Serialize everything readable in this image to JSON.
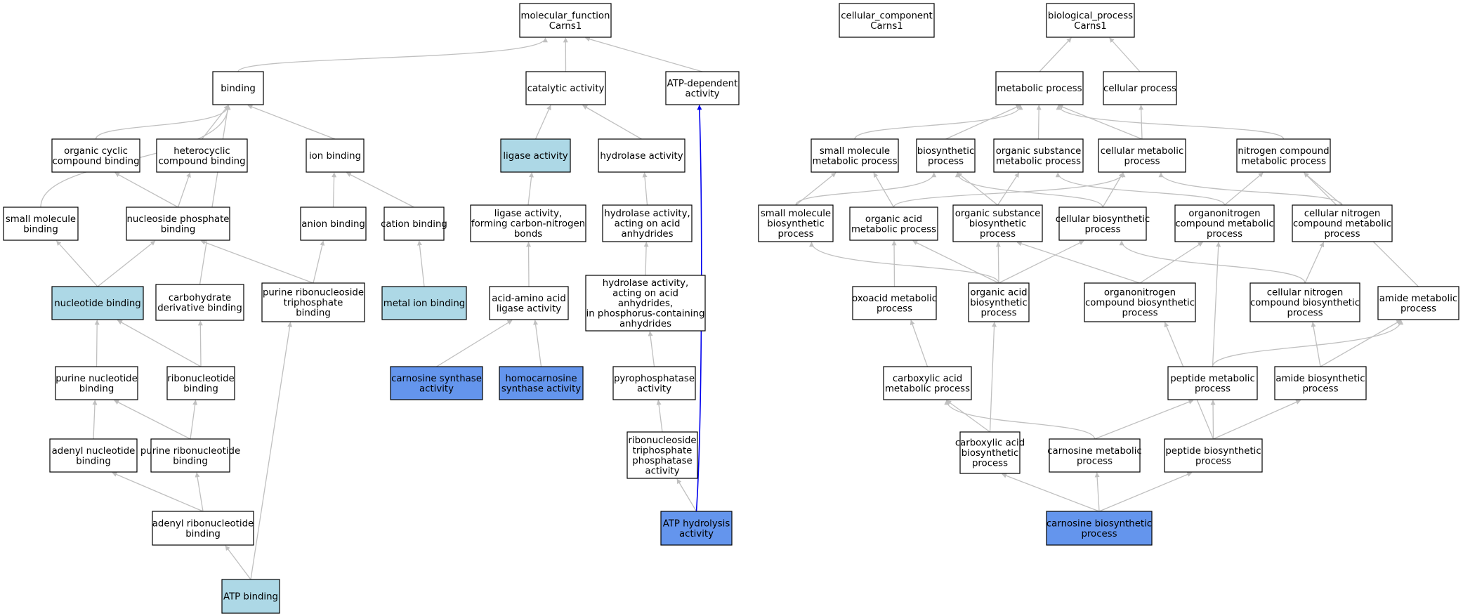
{
  "colors": {
    "edge_default": "#c0c0c0",
    "edge_highlight": "#0000ee",
    "node_border": "#000000",
    "node_default": "#ffffff",
    "node_direct": "#add8e6",
    "node_query": "#6495ed"
  },
  "nodes": [
    {
      "id": "mf",
      "lines": [
        "molecular_function",
        "Carns1"
      ],
      "fill": "white"
    },
    {
      "id": "cc",
      "lines": [
        "cellular_component",
        "Carns1"
      ],
      "fill": "white"
    },
    {
      "id": "bp",
      "lines": [
        "biological_process",
        "Carns1"
      ],
      "fill": "white"
    },
    {
      "id": "binding",
      "lines": [
        "binding"
      ],
      "fill": "white"
    },
    {
      "id": "catalytic",
      "lines": [
        "catalytic activity"
      ],
      "fill": "white"
    },
    {
      "id": "atpdep",
      "lines": [
        "ATP-dependent",
        "activity"
      ],
      "fill": "white"
    },
    {
      "id": "orgcyc",
      "lines": [
        "organic cyclic",
        "compound binding"
      ],
      "fill": "white"
    },
    {
      "id": "hetcyc",
      "lines": [
        "heterocyclic",
        "compound binding"
      ],
      "fill": "white"
    },
    {
      "id": "ionb",
      "lines": [
        "ion binding"
      ],
      "fill": "white"
    },
    {
      "id": "ligase",
      "lines": [
        "ligase activity"
      ],
      "fill": "light"
    },
    {
      "id": "hydrolase",
      "lines": [
        "hydrolase activity"
      ],
      "fill": "white"
    },
    {
      "id": "smb",
      "lines": [
        "small molecule",
        "binding"
      ],
      "fill": "white"
    },
    {
      "id": "nucphos",
      "lines": [
        "nucleoside phosphate",
        "binding"
      ],
      "fill": "white"
    },
    {
      "id": "anionb",
      "lines": [
        "anion binding"
      ],
      "fill": "white"
    },
    {
      "id": "cationb",
      "lines": [
        "cation binding"
      ],
      "fill": "white"
    },
    {
      "id": "ligcn",
      "lines": [
        "ligase activity,",
        "forming carbon-nitrogen",
        "bonds"
      ],
      "fill": "white"
    },
    {
      "id": "hydanh",
      "lines": [
        "hydrolase activity,",
        "acting on acid",
        "anhydrides"
      ],
      "fill": "white"
    },
    {
      "id": "nucb",
      "lines": [
        "nucleotide binding"
      ],
      "fill": "light"
    },
    {
      "id": "carbder",
      "lines": [
        "carbohydrate",
        "derivative binding"
      ],
      "fill": "white"
    },
    {
      "id": "prntb",
      "lines": [
        "purine ribonucleoside",
        "triphosphate",
        "binding"
      ],
      "fill": "white"
    },
    {
      "id": "metalb",
      "lines": [
        "metal ion binding"
      ],
      "fill": "light"
    },
    {
      "id": "aaligase",
      "lines": [
        "acid-amino acid",
        "ligase activity"
      ],
      "fill": "white"
    },
    {
      "id": "hydphos",
      "lines": [
        "hydrolase activity,",
        "acting on acid",
        "anhydrides,",
        "in phosphorus-containing",
        "anhydrides"
      ],
      "fill": "white"
    },
    {
      "id": "purnucb",
      "lines": [
        "purine nucleotide",
        "binding"
      ],
      "fill": "white"
    },
    {
      "id": "ribonucb",
      "lines": [
        "ribonucleotide",
        "binding"
      ],
      "fill": "white"
    },
    {
      "id": "carns",
      "lines": [
        "carnosine synthase",
        "activity"
      ],
      "fill": "query"
    },
    {
      "id": "homocarns",
      "lines": [
        "homocarnosine",
        "synthase activity"
      ],
      "fill": "query"
    },
    {
      "id": "pyrophos",
      "lines": [
        "pyrophosphatase",
        "activity"
      ],
      "fill": "white"
    },
    {
      "id": "adenylnucb",
      "lines": [
        "adenyl nucleotide",
        "binding"
      ],
      "fill": "white"
    },
    {
      "id": "purribonucb",
      "lines": [
        "purine ribonucleotide",
        "binding"
      ],
      "fill": "white"
    },
    {
      "id": "rntpase",
      "lines": [
        "ribonucleoside",
        "triphosphate",
        "phosphatase",
        "activity"
      ],
      "fill": "white"
    },
    {
      "id": "adenylribonucb",
      "lines": [
        "adenyl ribonucleotide",
        "binding"
      ],
      "fill": "white"
    },
    {
      "id": "atphyd",
      "lines": [
        "ATP hydrolysis",
        "activity"
      ],
      "fill": "query"
    },
    {
      "id": "atpb",
      "lines": [
        "ATP binding"
      ],
      "fill": "light"
    },
    {
      "id": "metproc",
      "lines": [
        "metabolic process"
      ],
      "fill": "white"
    },
    {
      "id": "cellproc",
      "lines": [
        "cellular process"
      ],
      "fill": "white"
    },
    {
      "id": "smmet",
      "lines": [
        "small molecule",
        "metabolic process"
      ],
      "fill": "white"
    },
    {
      "id": "biosyn",
      "lines": [
        "biosynthetic",
        "process"
      ],
      "fill": "white"
    },
    {
      "id": "orgsubmet",
      "lines": [
        "organic substance",
        "metabolic process"
      ],
      "fill": "white"
    },
    {
      "id": "cellmet",
      "lines": [
        "cellular metabolic",
        "process"
      ],
      "fill": "white"
    },
    {
      "id": "nitromet",
      "lines": [
        "nitrogen compound",
        "metabolic process"
      ],
      "fill": "white"
    },
    {
      "id": "smbiosyn",
      "lines": [
        "small molecule",
        "biosynthetic",
        "process"
      ],
      "fill": "white"
    },
    {
      "id": "orgacidmet",
      "lines": [
        "organic acid",
        "metabolic process"
      ],
      "fill": "white"
    },
    {
      "id": "orgsubbiosyn",
      "lines": [
        "organic substance",
        "biosynthetic",
        "process"
      ],
      "fill": "white"
    },
    {
      "id": "cellbiosyn",
      "lines": [
        "cellular biosynthetic",
        "process"
      ],
      "fill": "white"
    },
    {
      "id": "organonitromet",
      "lines": [
        "organonitrogen",
        "compound metabolic",
        "process"
      ],
      "fill": "white"
    },
    {
      "id": "cellnitromet",
      "lines": [
        "cellular nitrogen",
        "compound metabolic",
        "process"
      ],
      "fill": "white"
    },
    {
      "id": "oxoacid",
      "lines": [
        "oxoacid metabolic",
        "process"
      ],
      "fill": "white"
    },
    {
      "id": "orgacidbiosyn",
      "lines": [
        "organic acid",
        "biosynthetic",
        "process"
      ],
      "fill": "white"
    },
    {
      "id": "organonitrobiosyn",
      "lines": [
        "organonitrogen",
        "compound biosynthetic",
        "process"
      ],
      "fill": "white"
    },
    {
      "id": "cellnitrobiosyn",
      "lines": [
        "cellular nitrogen",
        "compound biosynthetic",
        "process"
      ],
      "fill": "white"
    },
    {
      "id": "amidemet",
      "lines": [
        "amide metabolic",
        "process"
      ],
      "fill": "white"
    },
    {
      "id": "carboxmet",
      "lines": [
        "carboxylic acid",
        "metabolic process"
      ],
      "fill": "white"
    },
    {
      "id": "peptidemet",
      "lines": [
        "peptide metabolic",
        "process"
      ],
      "fill": "white"
    },
    {
      "id": "amidebiosyn",
      "lines": [
        "amide biosynthetic",
        "process"
      ],
      "fill": "white"
    },
    {
      "id": "carboxbiosyn",
      "lines": [
        "carboxylic acid",
        "biosynthetic",
        "process"
      ],
      "fill": "white"
    },
    {
      "id": "carnsmet",
      "lines": [
        "carnosine metabolic",
        "process"
      ],
      "fill": "white"
    },
    {
      "id": "peptidebiosyn",
      "lines": [
        "peptide biosynthetic",
        "process"
      ],
      "fill": "white"
    },
    {
      "id": "carnsbiosyn",
      "lines": [
        "carnosine biosynthetic",
        "process"
      ],
      "fill": "query"
    }
  ],
  "edges": [
    {
      "from": "binding",
      "to": "mf"
    },
    {
      "from": "catalytic",
      "to": "mf"
    },
    {
      "from": "atpdep",
      "to": "mf"
    },
    {
      "from": "orgcyc",
      "to": "binding"
    },
    {
      "from": "hetcyc",
      "to": "binding"
    },
    {
      "from": "ionb",
      "to": "binding"
    },
    {
      "from": "smb",
      "to": "binding"
    },
    {
      "from": "carbder",
      "to": "binding"
    },
    {
      "from": "ligase",
      "to": "catalytic"
    },
    {
      "from": "hydrolase",
      "to": "catalytic"
    },
    {
      "from": "nucphos",
      "to": "orgcyc"
    },
    {
      "from": "nucphos",
      "to": "hetcyc"
    },
    {
      "from": "anionb",
      "to": "ionb"
    },
    {
      "from": "cationb",
      "to": "ionb"
    },
    {
      "from": "ligcn",
      "to": "ligase"
    },
    {
      "from": "hydanh",
      "to": "hydrolase"
    },
    {
      "from": "nucb",
      "to": "smb"
    },
    {
      "from": "nucb",
      "to": "nucphos"
    },
    {
      "from": "prntb",
      "to": "nucphos"
    },
    {
      "from": "prntb",
      "to": "anionb"
    },
    {
      "from": "metalb",
      "to": "cationb"
    },
    {
      "from": "aaligase",
      "to": "ligcn"
    },
    {
      "from": "hydphos",
      "to": "hydanh"
    },
    {
      "from": "purnucb",
      "to": "nucb"
    },
    {
      "from": "ribonucb",
      "to": "nucb"
    },
    {
      "from": "ribonucb",
      "to": "carbder"
    },
    {
      "from": "carns",
      "to": "aaligase"
    },
    {
      "from": "homocarns",
      "to": "aaligase"
    },
    {
      "from": "pyrophos",
      "to": "hydphos"
    },
    {
      "from": "adenylnucb",
      "to": "purnucb"
    },
    {
      "from": "purribonucb",
      "to": "purnucb"
    },
    {
      "from": "purribonucb",
      "to": "ribonucb"
    },
    {
      "from": "rntpase",
      "to": "pyrophos"
    },
    {
      "from": "adenylribonucb",
      "to": "adenylnucb"
    },
    {
      "from": "adenylribonucb",
      "to": "purribonucb"
    },
    {
      "from": "atphyd",
      "to": "rntpase"
    },
    {
      "from": "atphyd",
      "to": "atpdep",
      "highlight": true
    },
    {
      "from": "atpb",
      "to": "adenylribonucb"
    },
    {
      "from": "atpb",
      "to": "prntb"
    },
    {
      "from": "metproc",
      "to": "bp"
    },
    {
      "from": "cellproc",
      "to": "bp"
    },
    {
      "from": "smmet",
      "to": "metproc"
    },
    {
      "from": "biosyn",
      "to": "metproc"
    },
    {
      "from": "orgsubmet",
      "to": "metproc"
    },
    {
      "from": "cellmet",
      "to": "metproc"
    },
    {
      "from": "cellmet",
      "to": "cellproc"
    },
    {
      "from": "nitromet",
      "to": "metproc"
    },
    {
      "from": "smbiosyn",
      "to": "smmet"
    },
    {
      "from": "smbiosyn",
      "to": "biosyn"
    },
    {
      "from": "orgacidmet",
      "to": "smmet"
    },
    {
      "from": "orgacidmet",
      "to": "cellmet"
    },
    {
      "from": "orgsubbiosyn",
      "to": "biosyn"
    },
    {
      "from": "orgsubbiosyn",
      "to": "orgsubmet"
    },
    {
      "from": "cellbiosyn",
      "to": "biosyn"
    },
    {
      "from": "cellbiosyn",
      "to": "cellmet"
    },
    {
      "from": "organonitromet",
      "to": "orgsubmet"
    },
    {
      "from": "organonitromet",
      "to": "nitromet"
    },
    {
      "from": "cellnitromet",
      "to": "cellmet"
    },
    {
      "from": "cellnitromet",
      "to": "nitromet"
    },
    {
      "from": "oxoacid",
      "to": "orgacidmet"
    },
    {
      "from": "orgacidbiosyn",
      "to": "smbiosyn"
    },
    {
      "from": "orgacidbiosyn",
      "to": "orgacidmet"
    },
    {
      "from": "orgacidbiosyn",
      "to": "orgsubbiosyn"
    },
    {
      "from": "orgacidbiosyn",
      "to": "cellbiosyn"
    },
    {
      "from": "organonitrobiosyn",
      "to": "orgsubbiosyn"
    },
    {
      "from": "organonitrobiosyn",
      "to": "organonitromet"
    },
    {
      "from": "cellnitrobiosyn",
      "to": "cellbiosyn"
    },
    {
      "from": "cellnitrobiosyn",
      "to": "cellnitromet"
    },
    {
      "from": "amidemet",
      "to": "nitromet"
    },
    {
      "from": "carboxmet",
      "to": "oxoacid"
    },
    {
      "from": "peptidemet",
      "to": "organonitromet"
    },
    {
      "from": "peptidemet",
      "to": "amidemet"
    },
    {
      "from": "amidebiosyn",
      "to": "amidemet"
    },
    {
      "from": "amidebiosyn",
      "to": "cellnitrobiosyn"
    },
    {
      "from": "carboxbiosyn",
      "to": "carboxmet"
    },
    {
      "from": "carboxbiosyn",
      "to": "orgacidbiosyn"
    },
    {
      "from": "carnsmet",
      "to": "carboxmet"
    },
    {
      "from": "carnsmet",
      "to": "peptidemet"
    },
    {
      "from": "peptidebiosyn",
      "to": "peptidemet"
    },
    {
      "from": "peptidebiosyn",
      "to": "amidebiosyn"
    },
    {
      "from": "peptidebiosyn",
      "to": "organonitrobiosyn"
    },
    {
      "from": "carnsbiosyn",
      "to": "carboxbiosyn"
    },
    {
      "from": "carnsbiosyn",
      "to": "carnsmet"
    },
    {
      "from": "carnsbiosyn",
      "to": "peptidebiosyn"
    }
  ]
}
